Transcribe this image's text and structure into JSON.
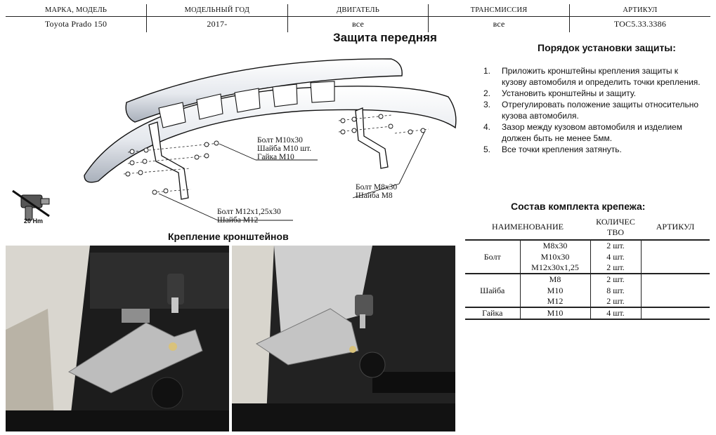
{
  "header": {
    "columns": [
      "МАРКА, МОДЕЛЬ",
      "МОДЕЛЬНЫЙ ГОД",
      "ДВИГАТЕЛЬ",
      "ТРАНСМИССИЯ",
      "АРТИКУЛ"
    ],
    "values": [
      "Toyota Prado 150",
      "2017-",
      "все",
      "все",
      "TOC5.33.3386"
    ]
  },
  "title": "Защита передняя",
  "instructions": {
    "title": "Порядок установки защиты:",
    "steps": [
      {
        "num": "1.",
        "lines": [
          "Приложить кронштейны крепления защиты к",
          "кузову автомобиля и определить точки крепления."
        ]
      },
      {
        "num": "2.",
        "lines": [
          "Установить кронштейны и защиту."
        ]
      },
      {
        "num": "3.",
        "lines": [
          "Отрегулировать положение защиты относительно",
          "кузова автомобиля."
        ]
      },
      {
        "num": "4.",
        "lines": [
          "Зазор между кузовом автомобиля и изделием",
          "должен быть не менее 5мм."
        ]
      },
      {
        "num": "5.",
        "lines": [
          "Все точки крепления затянуть."
        ]
      }
    ]
  },
  "drawing_labels": {
    "m10": [
      "Болт М10х30",
      "Шайба М10 шт.",
      "Гайка М10"
    ],
    "m8": [
      "Болт М8х30",
      "Шайба М8"
    ],
    "m12": [
      "Болт М12х1,25х30",
      "Шайба М12"
    ]
  },
  "torque": "20 Hm",
  "mount_title": "Крепление кронштейнов",
  "kit": {
    "title": "Состав комплекта крепежа:",
    "headers": {
      "name": "НАИМЕНОВАНИЕ",
      "qty_line1": "КОЛИЧЕС",
      "qty_line2": "ТВО",
      "art": "АРТИКУЛ"
    },
    "groups": [
      {
        "name": "Болт",
        "rows": [
          {
            "size": "М8х30",
            "qty": "2 шт."
          },
          {
            "size": "М10х30",
            "qty": "4 шт."
          },
          {
            "size": "М12х30х1,25",
            "qty": "2 шт."
          }
        ]
      },
      {
        "name": "Шайба",
        "rows": [
          {
            "size": "М8",
            "qty": "2 шт."
          },
          {
            "size": "М10",
            "qty": "8 шт."
          },
          {
            "size": "М12",
            "qty": "2 шт."
          }
        ]
      },
      {
        "name": "Гайка",
        "rows": [
          {
            "size": "М10",
            "qty": "4 шт."
          }
        ]
      }
    ]
  }
}
